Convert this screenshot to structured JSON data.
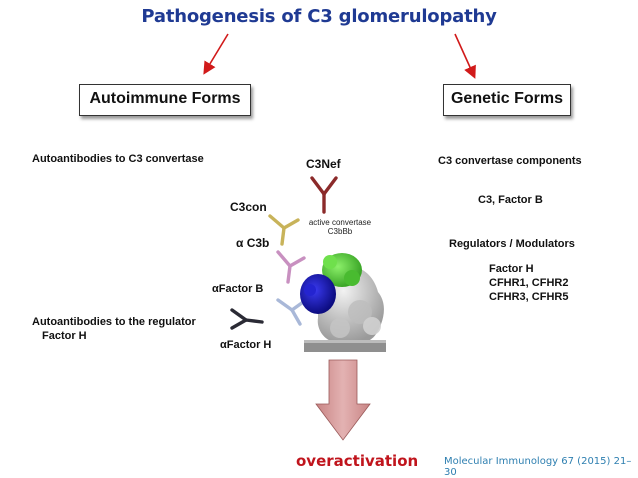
{
  "title": "Pathogenesis of C3 glomerulopathy",
  "left_box": "Autoimmune Forms",
  "right_box": "Genetic Forms",
  "left_labels": {
    "autoantibodies_convertase": "Autoantibodies to C3 convertase",
    "c3nef": "C3Nef",
    "c3con": "C3con",
    "active_convertase": "active convertase",
    "c3bbb": "C3bBb",
    "alpha_c3b": "α C3b",
    "alpha_factor_b": "αFactor B",
    "autoantibodies_regulator": "Autoantibodies  to the regulator",
    "factor_h": "Factor H",
    "alpha_factor_h": "αFactor H"
  },
  "right_labels": {
    "components_heading": "C3 convertase components",
    "components": "C3, Factor B",
    "regulators_heading": "Regulators / Modulators",
    "regulators": [
      "Factor H",
      "CFHR1, CFHR2",
      "CFHR3, CFHR5"
    ]
  },
  "result": "overactivation",
  "citation": "Molecular Immunology 67 (2015) 21–30",
  "colors": {
    "title": "#1f3a93",
    "arrow": "#d11a1a",
    "overactivation": "#c0141c",
    "citation": "#2e7fb0",
    "down_arrow": "#d9a1a1",
    "c3nef_antibody": "#8b2a2a",
    "c3con_antibody": "#c8b35a",
    "c3b_antibody": "#c890c0",
    "factor_b_antibody": "#a9b8d8",
    "factor_h_antibody": "#2b2b35",
    "protein_blue": "#1a1ab0",
    "protein_green": "#58d13a",
    "protein_gray": "#c8c8c8"
  }
}
